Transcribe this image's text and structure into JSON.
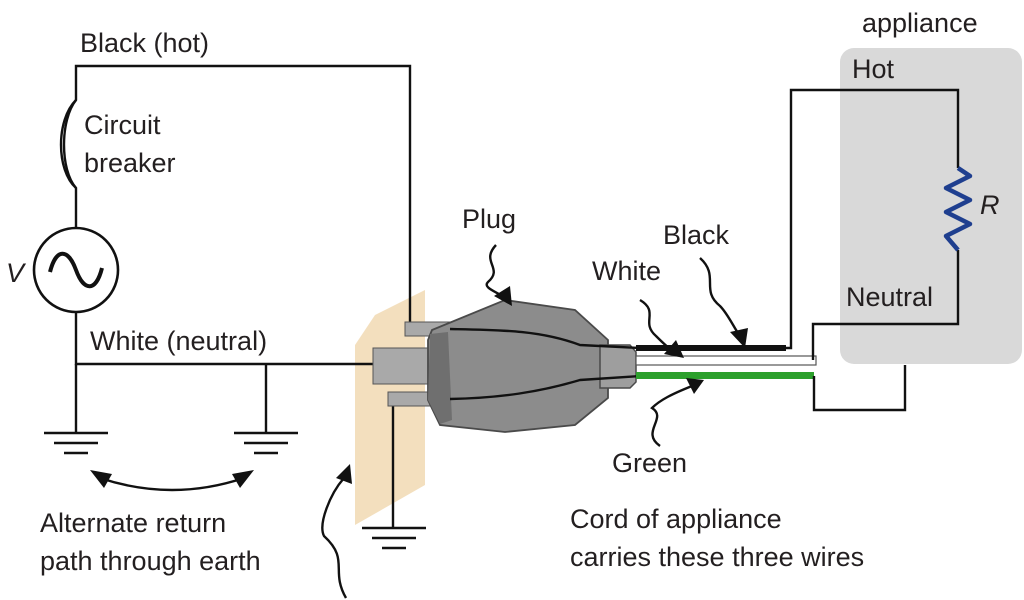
{
  "labels": {
    "appliance": "appliance",
    "black_hot": "Black (hot)",
    "hot": "Hot",
    "circuit": "Circuit",
    "breaker": "breaker",
    "plug": "Plug",
    "black": "Black",
    "white": "White",
    "r": "R",
    "v": "V",
    "neutral": "Neutral",
    "white_neutral": "White (neutral)",
    "green": "Green",
    "alt_return_1": "Alternate return",
    "alt_return_2": "path through earth",
    "cord_1": "Cord of appliance",
    "cord_2": "carries these three wires"
  },
  "colors": {
    "appliance_box": "#d9d9d9",
    "outlet_plate": "#f2dcb7",
    "plug_body": "#8c8c8c",
    "green_wire": "#2ca02c",
    "resistor": "#1f3f8f",
    "wire": "#111111"
  }
}
